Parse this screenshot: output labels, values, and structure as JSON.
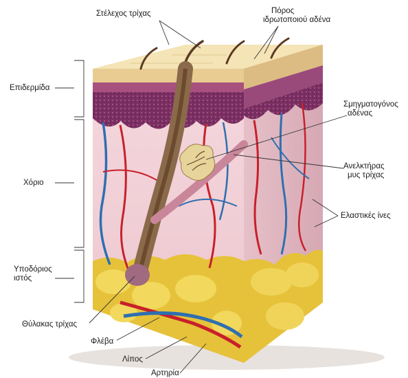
{
  "labels": {
    "hair_shaft": "Στέλεχος τρίχας",
    "sweat_pore_line1": "Πόρος",
    "sweat_pore_line2": "ιδρωτοποιού αδένα",
    "epidermis": "Επιδερμίδα",
    "sebaceous_line1": "Σμηγματογόνος",
    "sebaceous_line2": "αδένας",
    "dermis": "Χόριο",
    "arrector_line1": "Ανελκτήρας",
    "arrector_line2": "μυς τρίχας",
    "elastic_fibers": "Ελαστικές ίνες",
    "subcutaneous_line1": "Υποδόριος",
    "subcutaneous_line2": "ιστός",
    "hair_follicle": "Θύλακας τρίχας",
    "vein": "Φλέβα",
    "fat": "Λίπος",
    "artery": "Αρτηρία"
  },
  "colors": {
    "epidermis_top": "#f0dca8",
    "epidermis_purple": "#8a3a6e",
    "dermis_pink": "#f2d3d8",
    "fat_yellow": "#e8c93a",
    "artery_red": "#c8202a",
    "vein_blue": "#2e6fb0",
    "hair_brown": "#6b4a2e"
  }
}
